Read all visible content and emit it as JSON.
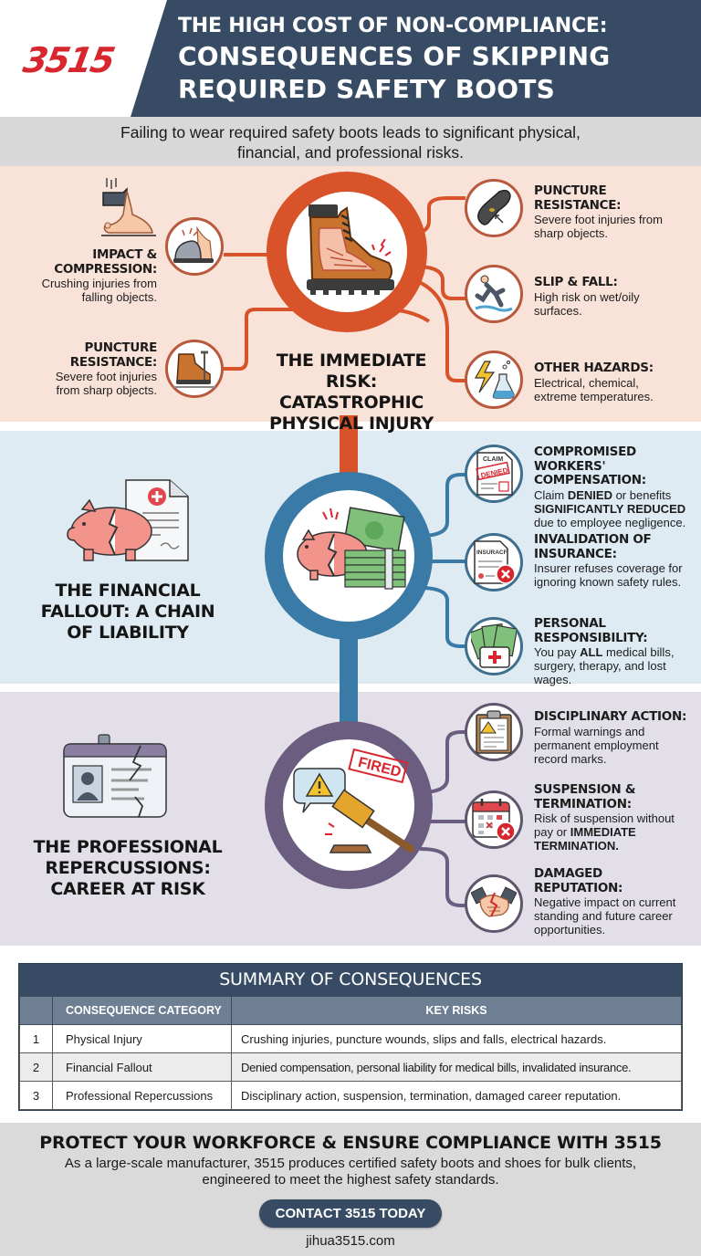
{
  "header": {
    "logo": "3515",
    "title_line1": "THE HIGH COST OF NON-COMPLIANCE:",
    "title_line2": "CONSEQUENCES OF SKIPPING",
    "title_line3": "REQUIRED SAFETY BOOTS",
    "subtitle_line1": "Failing to wear required safety boots leads to significant physical,",
    "subtitle_line2": "financial, and professional risks."
  },
  "colors": {
    "brand_red": "#d7262e",
    "navy": "#374c64",
    "physical_accent": "#d9532a",
    "financial_accent": "#3a7aa6",
    "professional_accent": "#6b5d80"
  },
  "physical": {
    "title_line1": "THE IMMEDIATE",
    "title_line2": "RISK: CATASTROPHIC",
    "title_line3": "PHYSICAL INJURY",
    "icon": "boot-xray-icon",
    "left_items": [
      {
        "heading1": "IMPACT &",
        "heading2": "COMPRESSION:",
        "text1": "Crushing injuries from",
        "text2": "falling objects.",
        "icon": "steel-toe-icon"
      },
      {
        "heading1": "PUNCTURE",
        "heading2": "RESISTANCE:",
        "text1": "Severe foot injuries",
        "text2": "from sharp objects.",
        "icon": "nail-boot-icon"
      }
    ],
    "right_items": [
      {
        "heading1": "PUNCTURE",
        "heading2": "RESISTANCE:",
        "text1": "Severe foot injuries from",
        "text2": "sharp objects.",
        "icon": "boot-sole-icon"
      },
      {
        "heading1": "SLIP & FALL:",
        "text1": "High risk on wet/oily",
        "text2": "surfaces.",
        "icon": "slipping-person-icon"
      },
      {
        "heading1": "OTHER HAZARDS:",
        "text1": "Electrical, chemical,",
        "text2": "extreme temperatures.",
        "icon": "lightning-flask-icon"
      }
    ]
  },
  "financial": {
    "title_line1": "THE FINANCIAL",
    "title_line2": "FALLOUT: A CHAIN",
    "title_line3": "OF LIABILITY",
    "items": [
      {
        "heading1": "COMPROMISED WORKERS'",
        "heading2": "COMPENSATION:",
        "text_pre": "Claim ",
        "bold1": "DENIED",
        "text_mid": " or benefits",
        "bold2": "SIGNIFICANTLY REDUCED",
        "text_post": "due to employee negligence.",
        "icon": "denied-claim-icon",
        "icon_label1": "CLAIM",
        "icon_label2": "DENIED"
      },
      {
        "heading1": "INVALIDATION OF",
        "heading2": "INSURANCE:",
        "text1": "Insurer refuses coverage for",
        "text2": "ignoring known safety rules.",
        "icon": "insurance-rejected-icon",
        "icon_label": "INSURACF"
      },
      {
        "heading1": "PERSONAL",
        "heading2": "RESPONSIBILITY:",
        "text_pre": "You pay ",
        "bold1": "ALL",
        "text_mid": " medical bills,",
        "text_post": "surgery, therapy, and lost wages.",
        "icon": "money-medkit-icon"
      }
    ]
  },
  "professional": {
    "title_line1": "THE PROFESSIONAL",
    "title_line2": "REPERCUSSIONS:",
    "title_line3": "CAREER AT RISK",
    "stamp": "FIRED",
    "items": [
      {
        "heading1": "DISCIPLINARY ACTION:",
        "text1": "Formal warnings and",
        "text2": "permanent employment",
        "text3": "record marks.",
        "icon": "clipboard-warning-icon"
      },
      {
        "heading1": "SUSPENSION &",
        "heading2": "TERMINATION:",
        "text1": "Risk of suspension without",
        "text_pre": "pay or ",
        "bold1": "IMMEDIATE",
        "bold2": "TERMINATION.",
        "icon": "calendar-x-icon"
      },
      {
        "heading1": "DAMAGED",
        "heading2": "REPUTATION:",
        "text1": "Negative impact on current",
        "text2": "standing and future career",
        "text3": "opportunities.",
        "icon": "broken-handshake-icon"
      }
    ]
  },
  "summary": {
    "title": "SUMMARY OF CONSEQUENCES",
    "columns": [
      "",
      "CONSEQUENCE CATEGORY",
      "KEY RISKS"
    ],
    "rows": [
      {
        "num": "1",
        "category": "Physical Injury",
        "risks": "Crushing injuries, puncture wounds, slips and falls, electrical hazards."
      },
      {
        "num": "2",
        "category": "Financial Fallout",
        "risks": "Denied compensation, personal liability for medical bills, invalidated insurance."
      },
      {
        "num": "3",
        "category": "Professional Repercussions",
        "risks": "Disciplinary action, suspension, termination, damaged career reputation."
      }
    ]
  },
  "footer": {
    "title": "PROTECT YOUR WORKFORCE & ENSURE COMPLIANCE WITH 3515",
    "desc_line1": "As a large-scale manufacturer, 3515 produces certified safety boots and shoes for bulk clients,",
    "desc_line2": "engineered to meet the highest safety standards.",
    "cta": "CONTACT 3515 TODAY",
    "website": "jihua3515.com"
  }
}
